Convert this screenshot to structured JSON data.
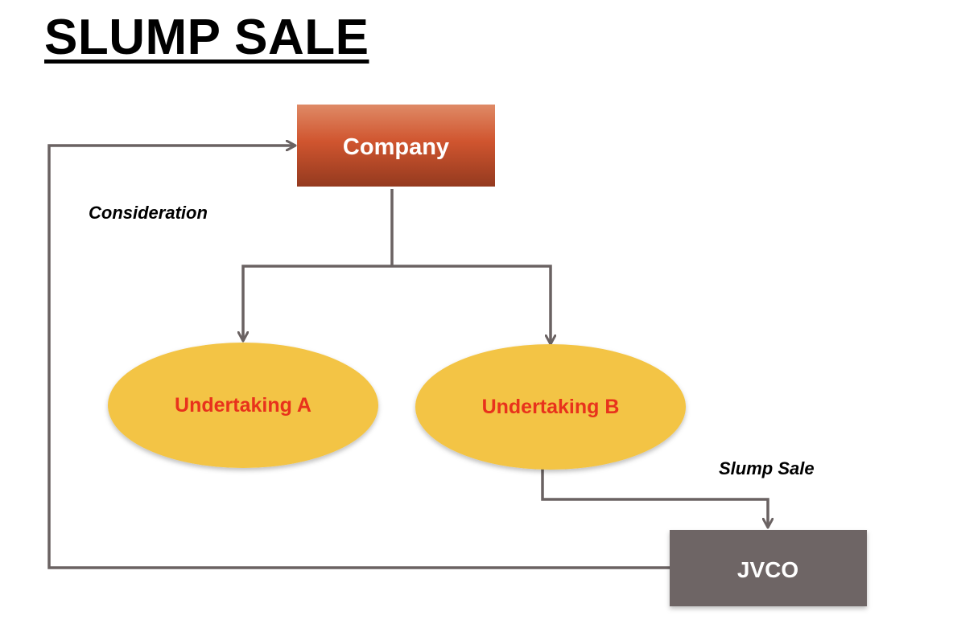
{
  "title": "SLUMP SALE",
  "nodes": {
    "company": "Company",
    "undertaking_a": "Undertaking A",
    "undertaking_b": "Undertaking B",
    "jvco": "JVCO"
  },
  "edges": {
    "consideration": "Consideration",
    "slump_sale": "Slump Sale"
  },
  "colors": {
    "company_top": "#df8a66",
    "company_bottom": "#943a1f",
    "undertaking_fill": "#f3c444",
    "undertaking_text": "#e8321c",
    "jvco_fill": "#6e6565",
    "connector": "#6a6262"
  }
}
